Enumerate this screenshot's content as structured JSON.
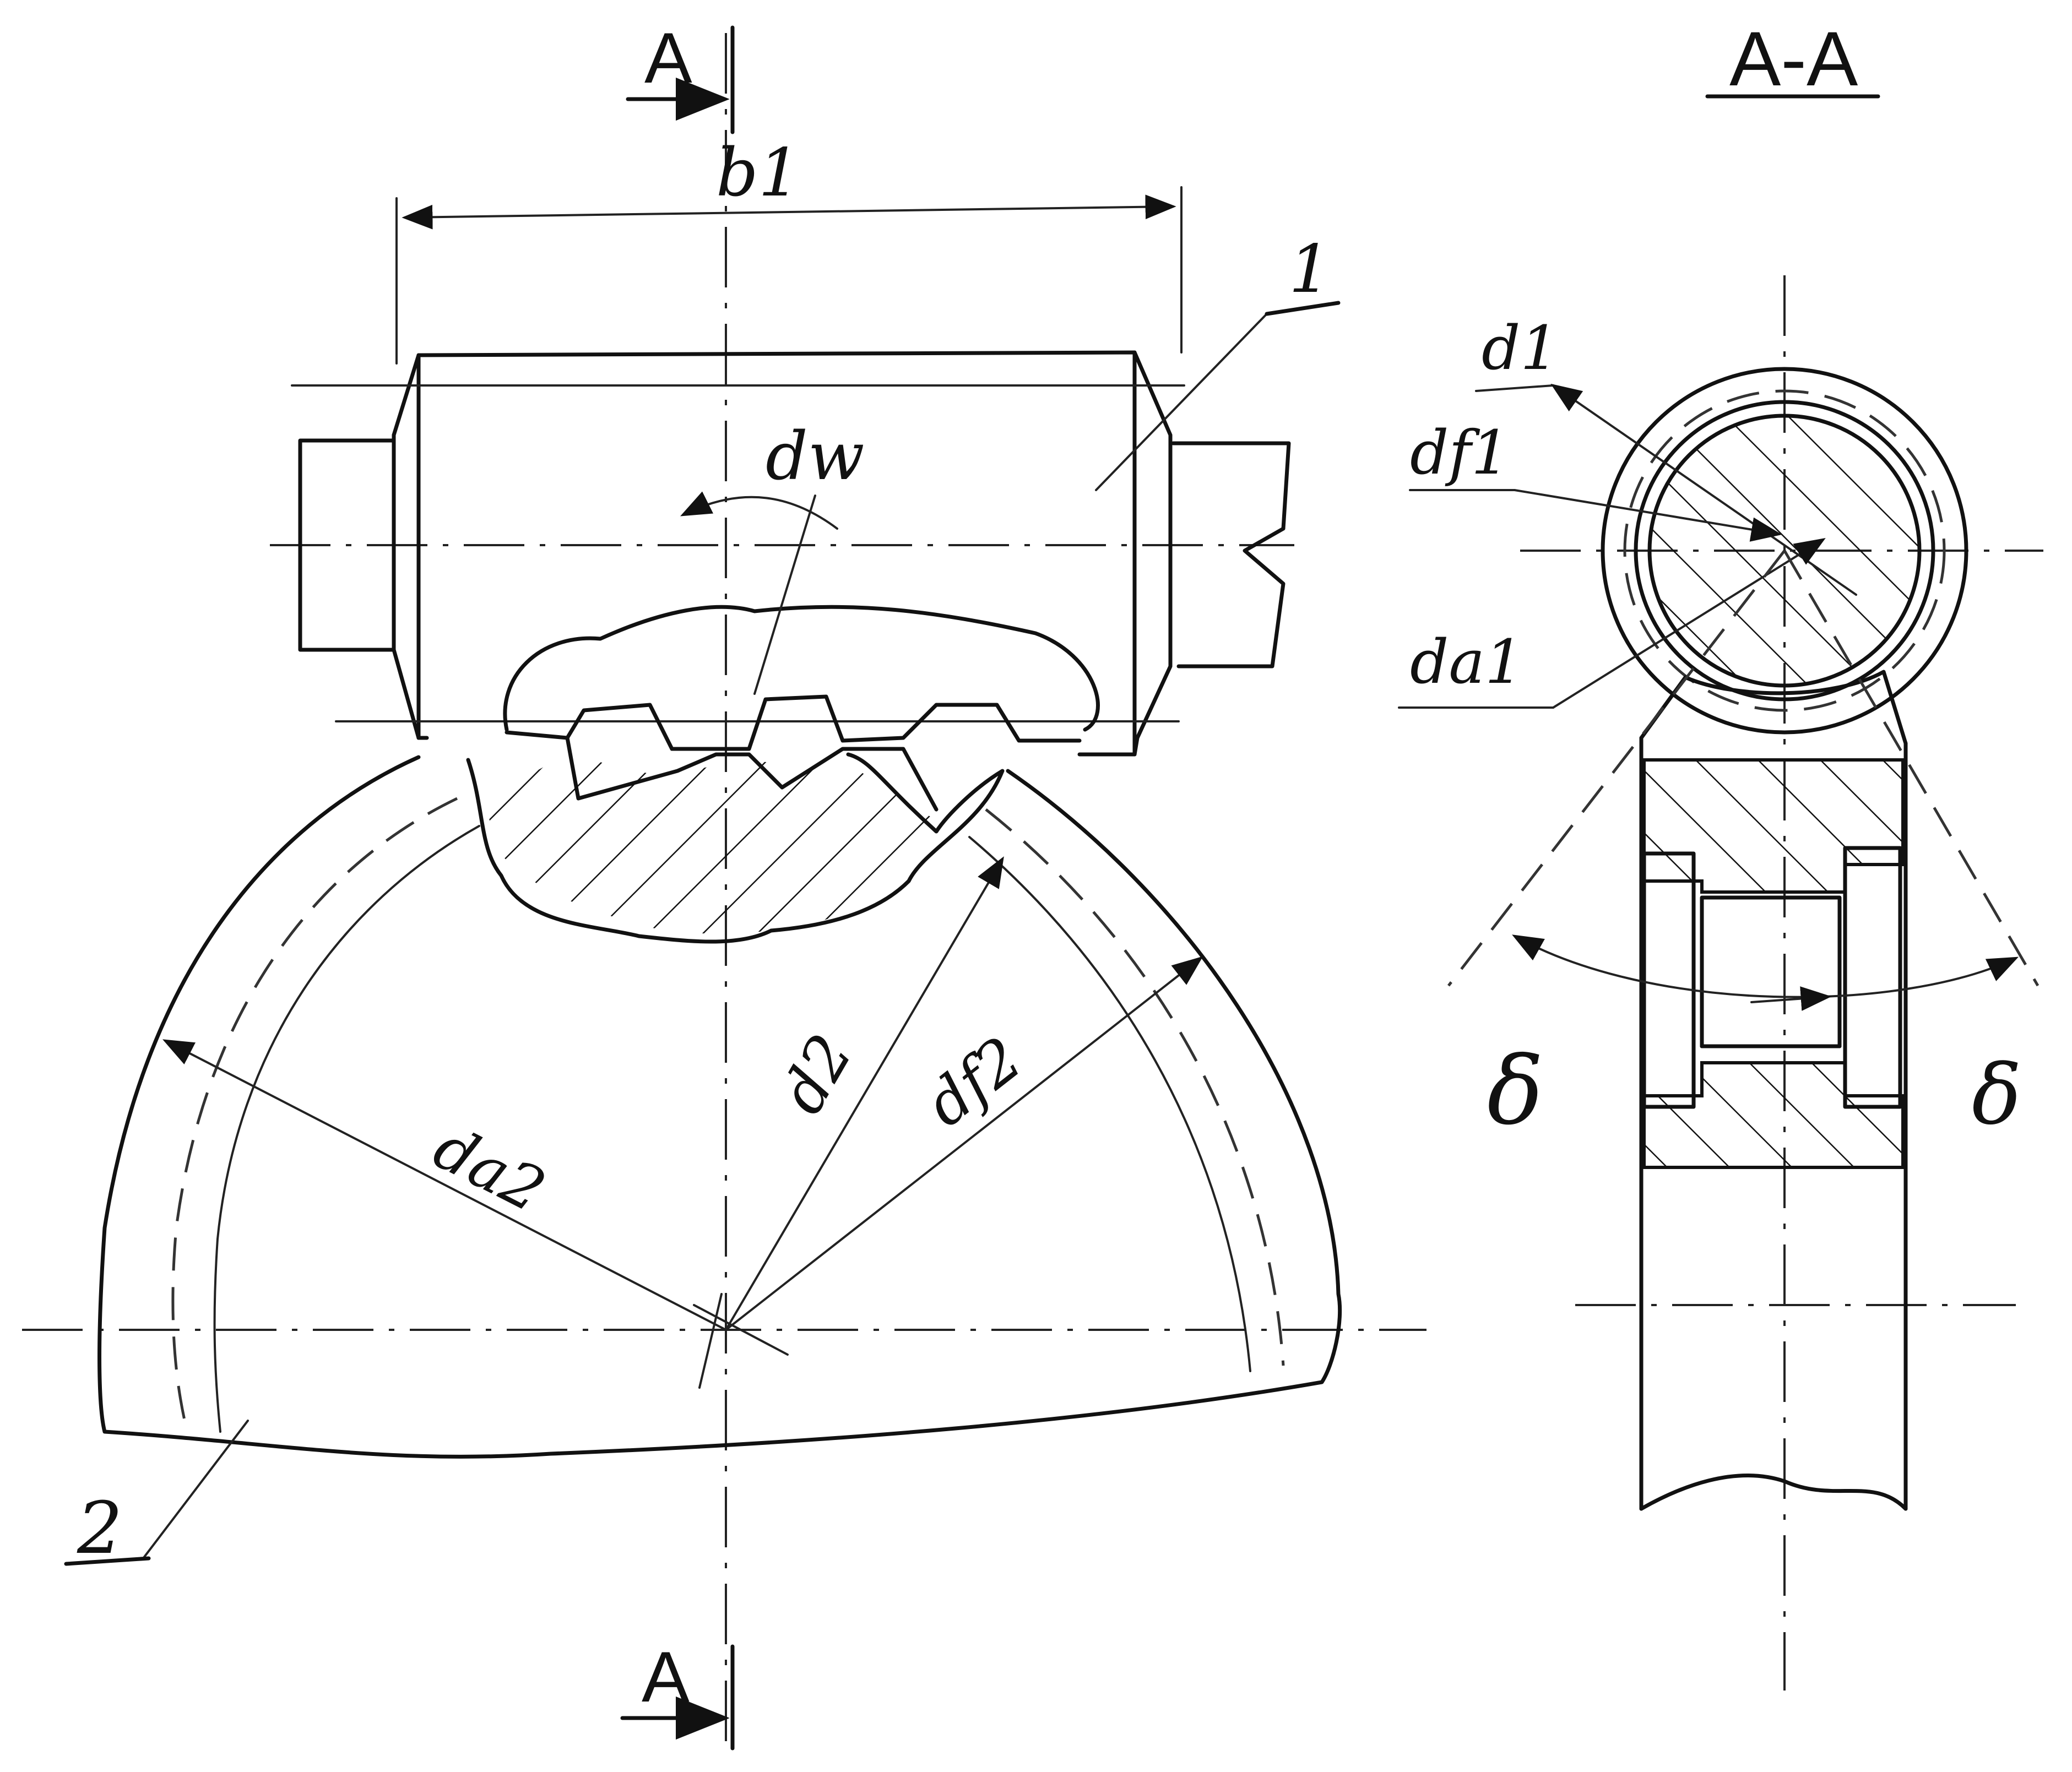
{
  "section_marks": {
    "top": "A",
    "bottom": "A",
    "view_title": "A-A"
  },
  "dimensions": {
    "b1": "b1",
    "dw": "dw",
    "da2": "da2",
    "d2": "d2",
    "df2": "df2",
    "d1": "d1",
    "df1": "df1",
    "da1": "da1",
    "delta_left": "δ",
    "delta_right": "δ"
  },
  "leaders": {
    "part1": "1",
    "part2": "2"
  }
}
